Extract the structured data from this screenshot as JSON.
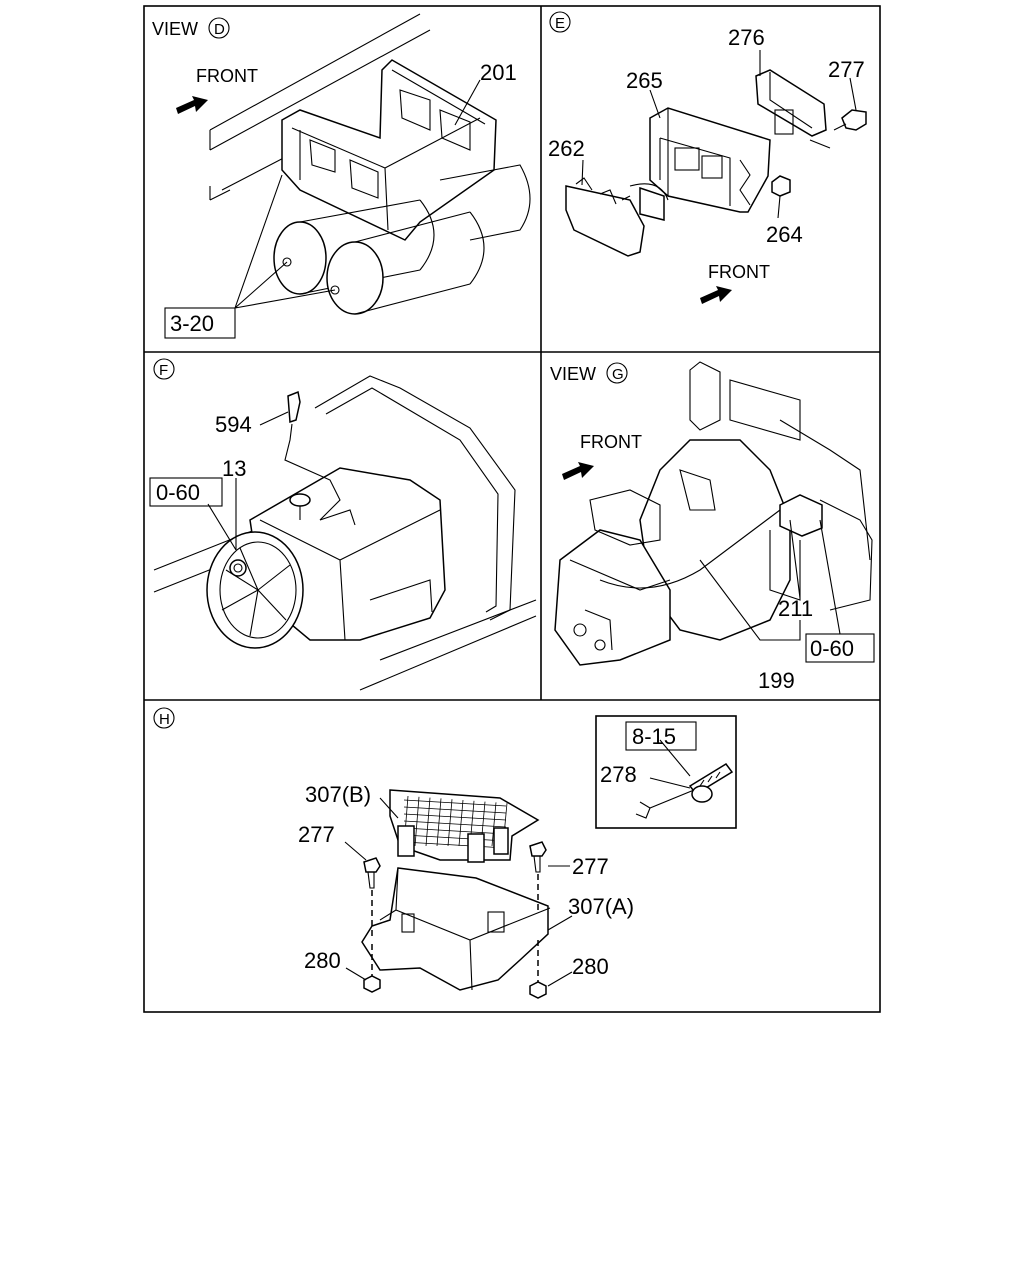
{
  "panels": {
    "d": {
      "view_word": "VIEW",
      "marker": "D",
      "front": "FRONT",
      "ref_201": "201",
      "box_3_20": "3-20"
    },
    "e": {
      "marker": "E",
      "front": "FRONT",
      "ref_262": "262",
      "ref_264": "264",
      "ref_265": "265",
      "ref_276": "276",
      "ref_277": "277"
    },
    "f": {
      "marker": "F",
      "ref_594": "594",
      "ref_13": "13",
      "box_0_60": "0-60"
    },
    "g": {
      "view_word": "VIEW",
      "marker": "G",
      "front": "FRONT",
      "ref_211": "211",
      "ref_199": "199",
      "box_0_60": "0-60"
    },
    "h": {
      "marker": "H",
      "box_8_15": "8-15",
      "ref_278": "278",
      "ref_307b": "307(B)",
      "ref_307a": "307(A)",
      "ref_277_left": "277",
      "ref_277_right": "277",
      "ref_280_left": "280",
      "ref_280_right": "280"
    }
  }
}
